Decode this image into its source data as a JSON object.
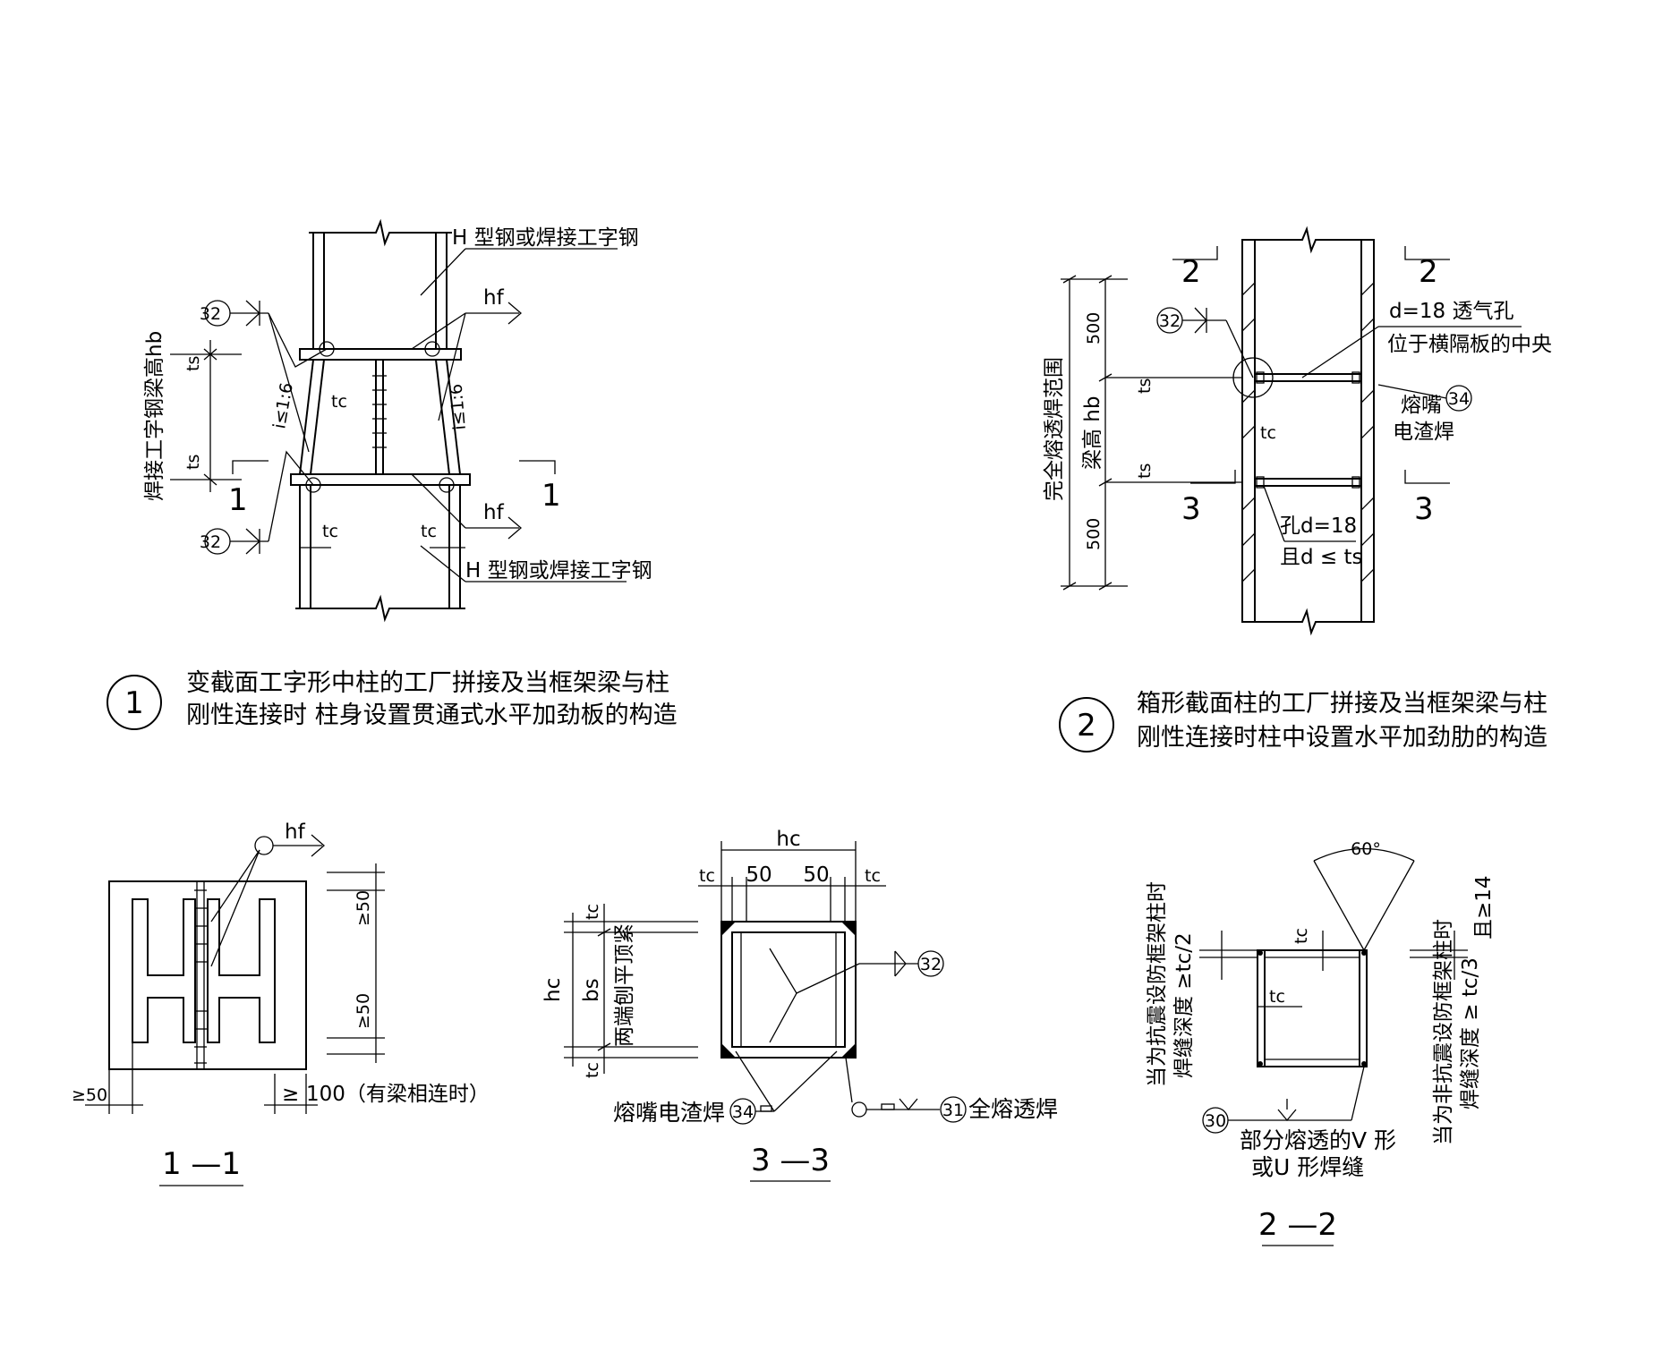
{
  "detail1": {
    "callout_number": "1",
    "title_line1": "变截面工字形中柱的工厂拼接及当框架梁与柱",
    "title_line2": "刚性连接时 柱身设置贯通式水平加劲板的构造",
    "label_h_steel_top": "H 型钢或焊接工字钢",
    "label_h_steel_bottom": "H 型钢或焊接工字钢",
    "weld_sym_32": "32",
    "label_hf": "hf",
    "label_beam_height": "焊接工字钢梁高hb",
    "label_ts": "ts",
    "label_tc": "tc",
    "label_slope": "i≤1:6",
    "section_mark": "1"
  },
  "detail2": {
    "callout_number": "2",
    "title_line1": "箱形截面柱的工厂拼接及当框架梁与柱",
    "title_line2": "刚性连接时柱中设置水平加劲肋的构造",
    "section_mark_2": "2",
    "section_mark_3": "3",
    "label_full_pen_range": "完全熔透焊范围",
    "dim_500": "500",
    "label_beam_height": "梁高 hb",
    "label_ts": "ts",
    "label_tc": "tc",
    "label_vent_d": "d=18  透气孔",
    "label_vent_pos": "位于横隔板的中央",
    "weld_sym_32": "32",
    "weld_sym_34": "34",
    "label_esw_1": "熔嘴",
    "label_esw_2": "电渣焊",
    "label_hole_1": "孔d=18",
    "label_hole_2": "且d ≤ ts"
  },
  "section11": {
    "title": "1 —1",
    "label_hf": "hf",
    "dim_ge50": "≥50",
    "dim_ge100": "≥",
    "dim_ge100_text": "100（有梁相连时）"
  },
  "section33": {
    "title": "3 —3",
    "label_hc": "hc",
    "label_tc": "tc",
    "dim_50": "50",
    "label_bs": "bs",
    "label_top_flat": "两端刨平顶紧",
    "weld_sym_32": "32",
    "weld_sym_34": "34",
    "weld_sym_31": "31",
    "label_esw": "熔嘴电渣焊",
    "label_full_pen": "全熔透焊"
  },
  "section22": {
    "title": "2 —2",
    "angle": "60°",
    "label_tc": "tc",
    "label_seismic_1": "当为抗震设防框架柱时",
    "label_seismic_2": "焊缝深度 ≥tc/2",
    "label_nonseismic_1": "当为非抗震设防框架柱时",
    "label_nonseismic_2": "焊缝深度 ≥ tc/3",
    "label_ge14": "且≥14",
    "weld_sym_30": "30",
    "label_partial_1": "部分熔透的V 形",
    "label_partial_2": "或U  形焊缝"
  }
}
